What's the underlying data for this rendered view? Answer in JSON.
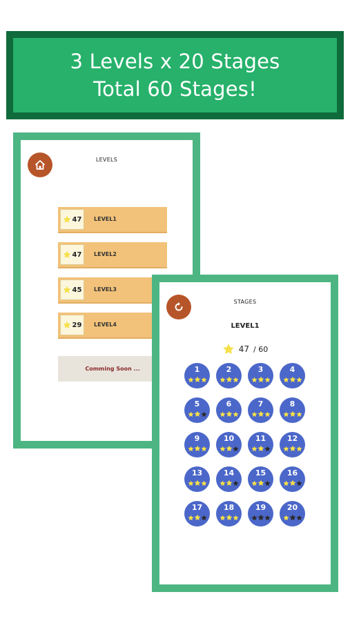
{
  "banner": {
    "line1": "3 Levels x 20 Stages",
    "line2": "Total 60 Stages!"
  },
  "colors": {
    "green_dark": "#0f6b3b",
    "green": "#27b16b",
    "frame": "#4db582",
    "orange": "#f2c27a",
    "brown": "#b7552a",
    "stage_blue": "#4b67c9",
    "star_yellow": "#f5e04a",
    "star_dark": "#2a2a2a"
  },
  "levels_screen": {
    "title": "LEVELS",
    "home_icon": "home-icon",
    "levels": [
      {
        "label": "LEVEL1",
        "stars": "47"
      },
      {
        "label": "LEVEL2",
        "stars": "47"
      },
      {
        "label": "LEVEL3",
        "stars": "45"
      },
      {
        "label": "LEVEL4",
        "stars": "29"
      }
    ],
    "coming_soon": "Comming Soon ..."
  },
  "stages_screen": {
    "title": "STAGES",
    "back_icon": "back-arrow-icon",
    "level_name": "LEVEL1",
    "earned": "47",
    "total": "/ 60",
    "stages": [
      {
        "num": "1",
        "stars": 3
      },
      {
        "num": "2",
        "stars": 3
      },
      {
        "num": "3",
        "stars": 3
      },
      {
        "num": "4",
        "stars": 3
      },
      {
        "num": "5",
        "stars": 2
      },
      {
        "num": "6",
        "stars": 3
      },
      {
        "num": "7",
        "stars": 3
      },
      {
        "num": "8",
        "stars": 3
      },
      {
        "num": "9",
        "stars": 3
      },
      {
        "num": "10",
        "stars": 2
      },
      {
        "num": "11",
        "stars": 2
      },
      {
        "num": "12",
        "stars": 3
      },
      {
        "num": "13",
        "stars": 3
      },
      {
        "num": "14",
        "stars": 2
      },
      {
        "num": "15",
        "stars": 2
      },
      {
        "num": "16",
        "stars": 2
      },
      {
        "num": "17",
        "stars": 2
      },
      {
        "num": "18",
        "stars": 3
      },
      {
        "num": "19",
        "stars": 0
      },
      {
        "num": "20",
        "stars": 1
      }
    ]
  }
}
